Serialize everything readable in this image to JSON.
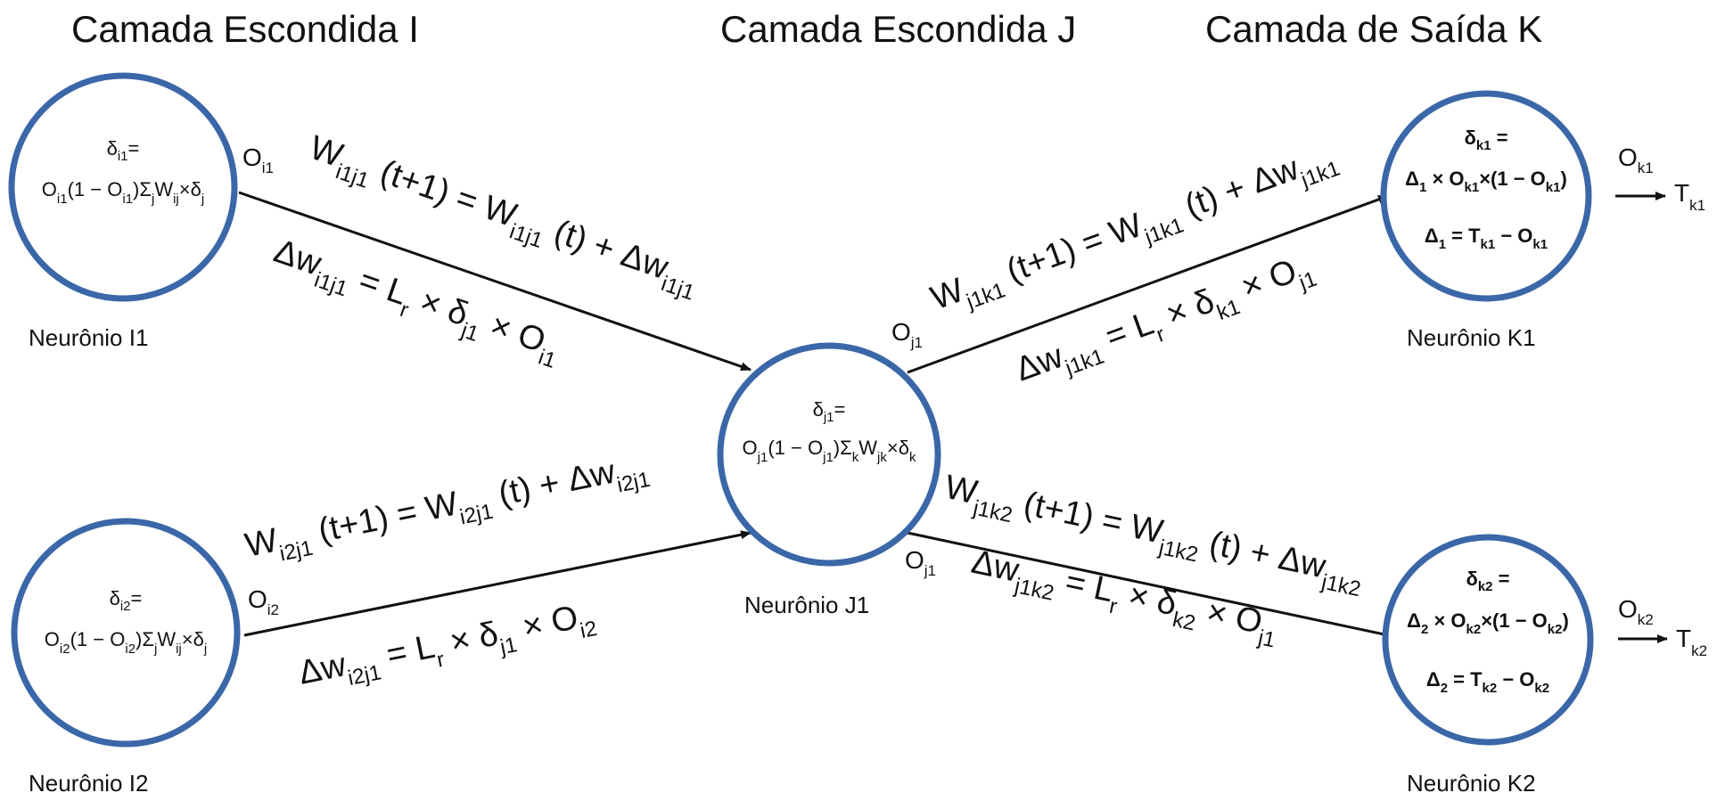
{
  "colors": {
    "neuron_stroke": "#3a67a8",
    "arrow": "#111111"
  },
  "layers": {
    "hidden_i": "Camada Escondida I",
    "hidden_j": "Camada Escondida J",
    "output_k": "Camada de Saída K"
  },
  "neurons": {
    "i1": {
      "name": "Neurônio  I1",
      "delta_sym": "δ",
      "delta_sub": "i1",
      "eq": "=",
      "f": [
        "O",
        "(1 − O",
        ")Σ",
        "W",
        "×δ"
      ],
      "fs": [
        "i1",
        "i1",
        "j",
        "ij",
        "j"
      ]
    },
    "i2": {
      "name": "Neurônio I2",
      "delta_sym": "δ",
      "delta_sub": "i2",
      "eq": "=",
      "f": [
        "O",
        "(1 − O",
        ")Σ",
        "W",
        "×δ"
      ],
      "fs": [
        "i2",
        "i2",
        "j",
        "ij",
        "j"
      ]
    },
    "j1": {
      "name": "Neurônio J1",
      "delta_sym": "δ",
      "delta_sub": "j1",
      "eq": "=",
      "f": [
        "O",
        "(1 − O",
        ")Σ",
        "W",
        "×δ"
      ],
      "fs": [
        "j1",
        "j1",
        "k",
        "jk",
        "k"
      ]
    },
    "k1": {
      "name": "Neurônio  K1",
      "delta_sym": "δ",
      "delta_sub": "k1",
      "eq": " =",
      "l2": [
        "Δ",
        " × O",
        "×(1 − O",
        ")"
      ],
      "l2s": [
        "1",
        "k1",
        "k1"
      ],
      "l3": [
        "Δ",
        " = T",
        " − O"
      ],
      "l3s": [
        "1",
        "k1",
        "k1"
      ]
    },
    "k2": {
      "name": "Neurônio K2",
      "delta_sym": "δ",
      "delta_sub": "k2",
      "eq": " =",
      "l2": [
        "Δ",
        " × O",
        "×(1 − O",
        ")"
      ],
      "l2s": [
        "2",
        "k2",
        "k2"
      ],
      "l3": [
        "Δ",
        " = T",
        " − O"
      ],
      "l3s": [
        "2",
        "k2",
        "k2"
      ]
    }
  },
  "outputs": {
    "oi1": [
      "O",
      "i1"
    ],
    "oi2": [
      "O",
      "i2"
    ],
    "oj1a": [
      "O",
      "j1"
    ],
    "oj1b": [
      "O",
      "j1"
    ],
    "ok1": [
      "O",
      "k1"
    ],
    "ok2": [
      "O",
      "k2"
    ],
    "tk1": [
      "T",
      "k1"
    ],
    "tk2": [
      "T",
      "k2"
    ]
  },
  "equations": {
    "i1j1_w": {
      "t": [
        "W",
        " (t+1) = W",
        " (t) + Δw",
        ""
      ],
      "s": [
        "i1j1",
        "i1j1",
        "i1j1"
      ]
    },
    "i1j1_dw": {
      "t": [
        "Δw",
        " = L",
        " × δ",
        " × O",
        ""
      ],
      "s": [
        "i1j1",
        "r",
        "j1",
        "i1"
      ]
    },
    "i2j1_w": {
      "t": [
        "W",
        " (t+1) = W",
        " (t) + Δw",
        ""
      ],
      "s": [
        "i2j1",
        "i2j1",
        "i2j1"
      ]
    },
    "i2j1_dw": {
      "t": [
        "Δw",
        " = L",
        " × δ",
        " × O",
        ""
      ],
      "s": [
        "i2j1",
        "r",
        "j1",
        "i2"
      ]
    },
    "j1k1_w": {
      "t": [
        "W",
        " (t+1) = W",
        " (t) + Δw",
        ""
      ],
      "s": [
        "j1k1",
        "j1k1",
        "j1k1"
      ]
    },
    "j1k1_dw": {
      "t": [
        "Δw",
        " = L",
        " × δ",
        " × O",
        ""
      ],
      "s": [
        "j1k1",
        "r",
        "k1",
        "j1"
      ]
    },
    "j1k2_w": {
      "t": [
        "W",
        " (t+1) = W",
        " (t) + Δw",
        ""
      ],
      "s": [
        "j1k2",
        "j1k2",
        "j1k2"
      ]
    },
    "j1k2_dw": {
      "t": [
        "Δw",
        " = L",
        " × δ",
        " × O",
        ""
      ],
      "s": [
        "j1k2",
        "r",
        "k2",
        "j1"
      ]
    }
  }
}
